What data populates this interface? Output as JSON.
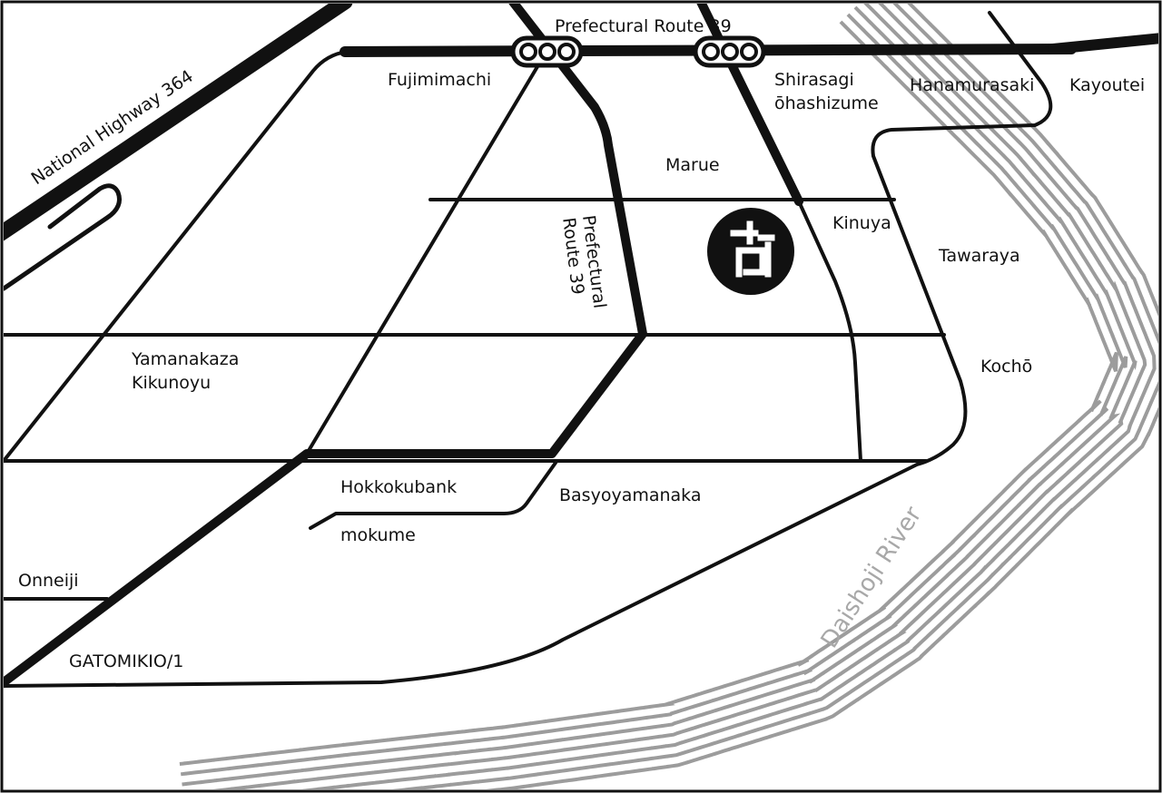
{
  "map": {
    "colors": {
      "road": "#111111",
      "river": "#9c9c9c",
      "background": "#ffffff",
      "river_label": "#a8a8a8"
    },
    "labels": {
      "national_highway": "National Highway 364",
      "pref_route_top": "Prefectural Route 39",
      "pref_route_vertical_line1": "Prefectural",
      "pref_route_vertical_line2": "Route 39",
      "fujimimachi": "Fujimimachi",
      "shirasagi_line1": "Shirasagi",
      "shirasagi_line2": "ōhashizume",
      "hanamurasaki": "Hanamurasaki",
      "kayoutei": "Kayoutei",
      "marue": "Marue",
      "kinuya": "Kinuya",
      "tawaraya": "Tawaraya",
      "kocho": "Kochō",
      "yamanakaza_line1": "Yamanakaza",
      "yamanakaza_line2": "Kikunoyu",
      "hokkokubank": "Hokkokubank",
      "basyoyamanaka": "Basyoyamanaka",
      "mokume": "mokume",
      "onneiji": "Onneiji",
      "gatomikio": "GATOMIKIO/1",
      "river": "Daishoji River"
    },
    "icons": {
      "destination": "destination-logo-icon",
      "signals": [
        "traffic-signal-icon",
        "traffic-signal-icon"
      ]
    }
  }
}
